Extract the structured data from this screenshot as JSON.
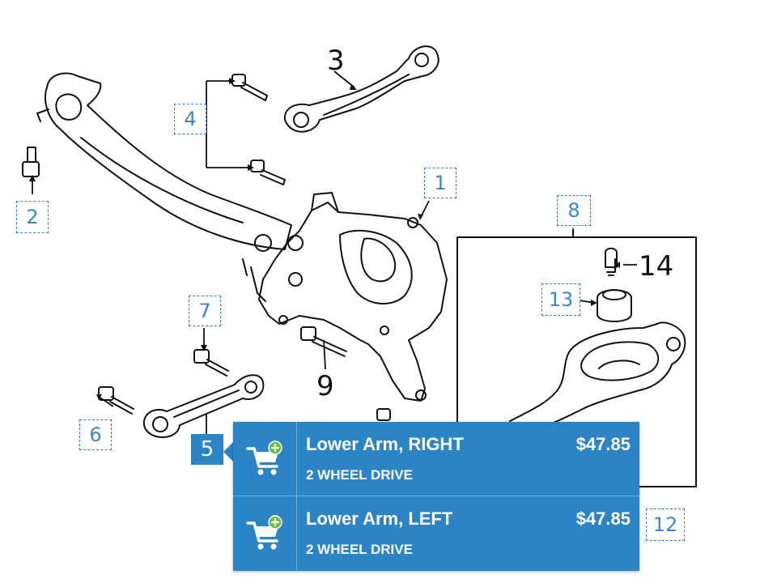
{
  "diagram": {
    "callouts": [
      {
        "id": "1",
        "label": "1"
      },
      {
        "id": "2",
        "label": "2"
      },
      {
        "id": "4",
        "label": "4"
      },
      {
        "id": "6",
        "label": "6"
      },
      {
        "id": "7",
        "label": "7"
      },
      {
        "id": "8",
        "label": "8"
      },
      {
        "id": "12",
        "label": "12"
      },
      {
        "id": "13",
        "label": "13"
      }
    ],
    "plain_labels": {
      "p3": "3",
      "p9": "9",
      "p14": "14"
    },
    "active_callout": "5"
  },
  "popup": {
    "items": [
      {
        "name": "Lower Arm, RIGHT",
        "subtitle": "2 WHEEL DRIVE",
        "price": "$47.85"
      },
      {
        "name": "Lower Arm, LEFT",
        "subtitle": "2 WHEEL DRIVE",
        "price": "$47.85"
      }
    ]
  },
  "colors": {
    "accent": "#2a84c6",
    "callout_border": "#2f7ec2",
    "cart_badge": "#6cc04a"
  },
  "icons": {
    "cart": "cart-add-icon"
  }
}
